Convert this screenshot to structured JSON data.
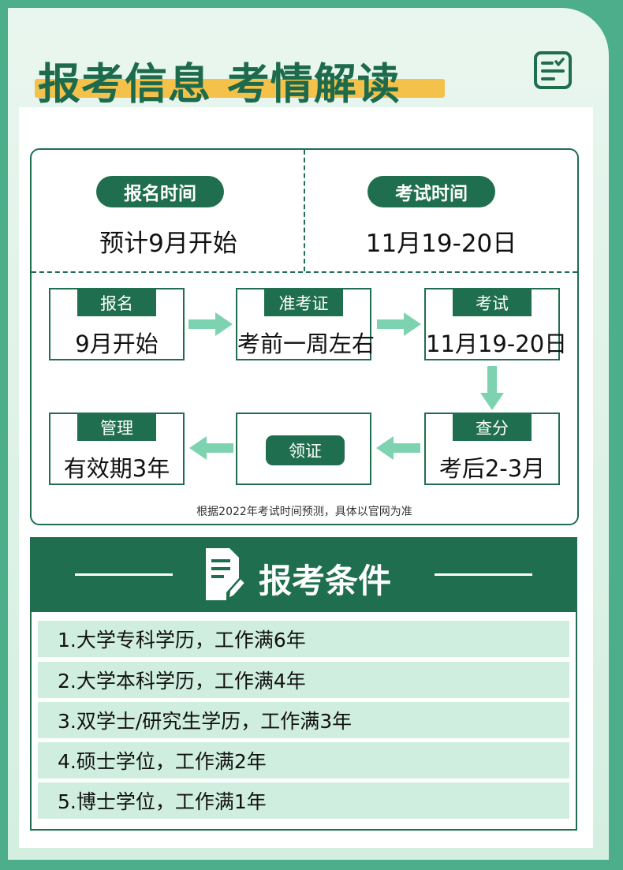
{
  "header": {
    "title": "报考信息 考情解读",
    "icon": "checklist-icon"
  },
  "schedule": {
    "registration": {
      "label": "报名时间",
      "value": "预计9月开始"
    },
    "exam": {
      "label": "考试时间",
      "value": "11月19-20日"
    }
  },
  "flow": {
    "steps": [
      {
        "tag": "报名",
        "value": "9月开始"
      },
      {
        "tag": "准考证",
        "value": "考前一周左右"
      },
      {
        "tag": "考试",
        "value": "11月19-20日"
      },
      {
        "tag": "查分",
        "value": "考后2-3月"
      },
      {
        "tag": "领证",
        "value": ""
      },
      {
        "tag": "管理",
        "value": "有效期3年"
      }
    ],
    "footnote": "根据2022年考试时间预测，具体以官网为准",
    "arrow_color": "#7dd3b0"
  },
  "conditions": {
    "title": "报考条件",
    "items": [
      "1.大学专科学历，工作满6年",
      "2.大学本科学历，工作满4年",
      "3.双学士/研究生学历，工作满3年",
      "4.硕士学位，工作满2年",
      "5.博士学位，工作满1年"
    ]
  },
  "colors": {
    "primary": "#1f6e4f",
    "accent": "#f4c24a",
    "row_bg": "#d0eee0",
    "background": "#4cae8a"
  }
}
